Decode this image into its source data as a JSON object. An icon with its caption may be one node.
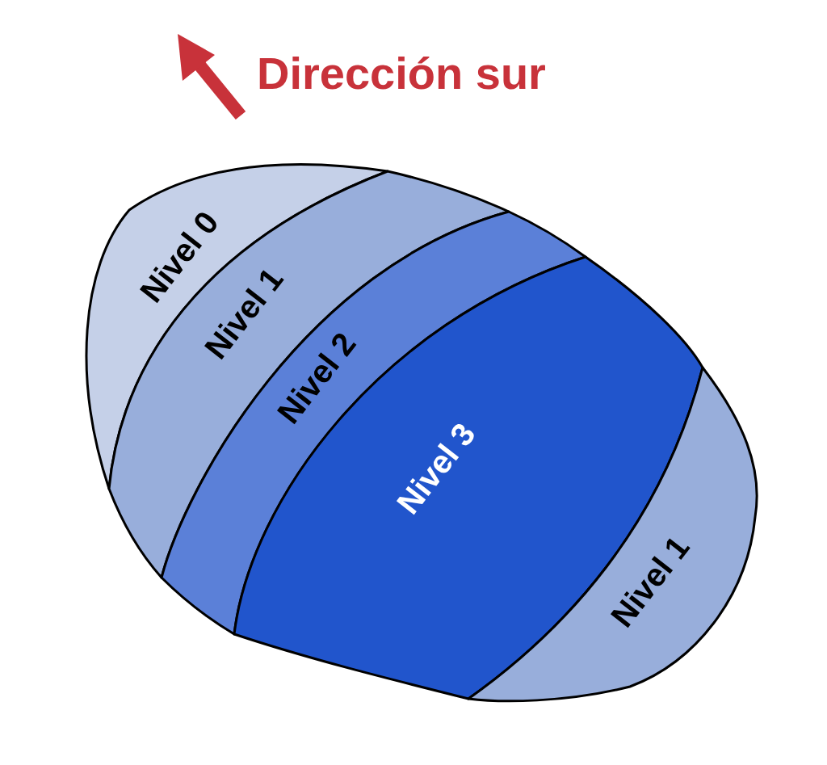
{
  "diagram": {
    "nodes": [
      {
        "text": [
          "Nivel 0"
        ]
      },
      {
        "text": [
          "Nivel 1"
        ]
      },
      {
        "text": [
          "Nivel 2"
        ]
      },
      {
        "text": [
          "Nivel 3"
        ]
      },
      {
        "text": [
          "Nivel 1"
        ]
      }
    ],
    "edges": [],
    "labels": [
      "Dirección sur"
    ]
  }
}
